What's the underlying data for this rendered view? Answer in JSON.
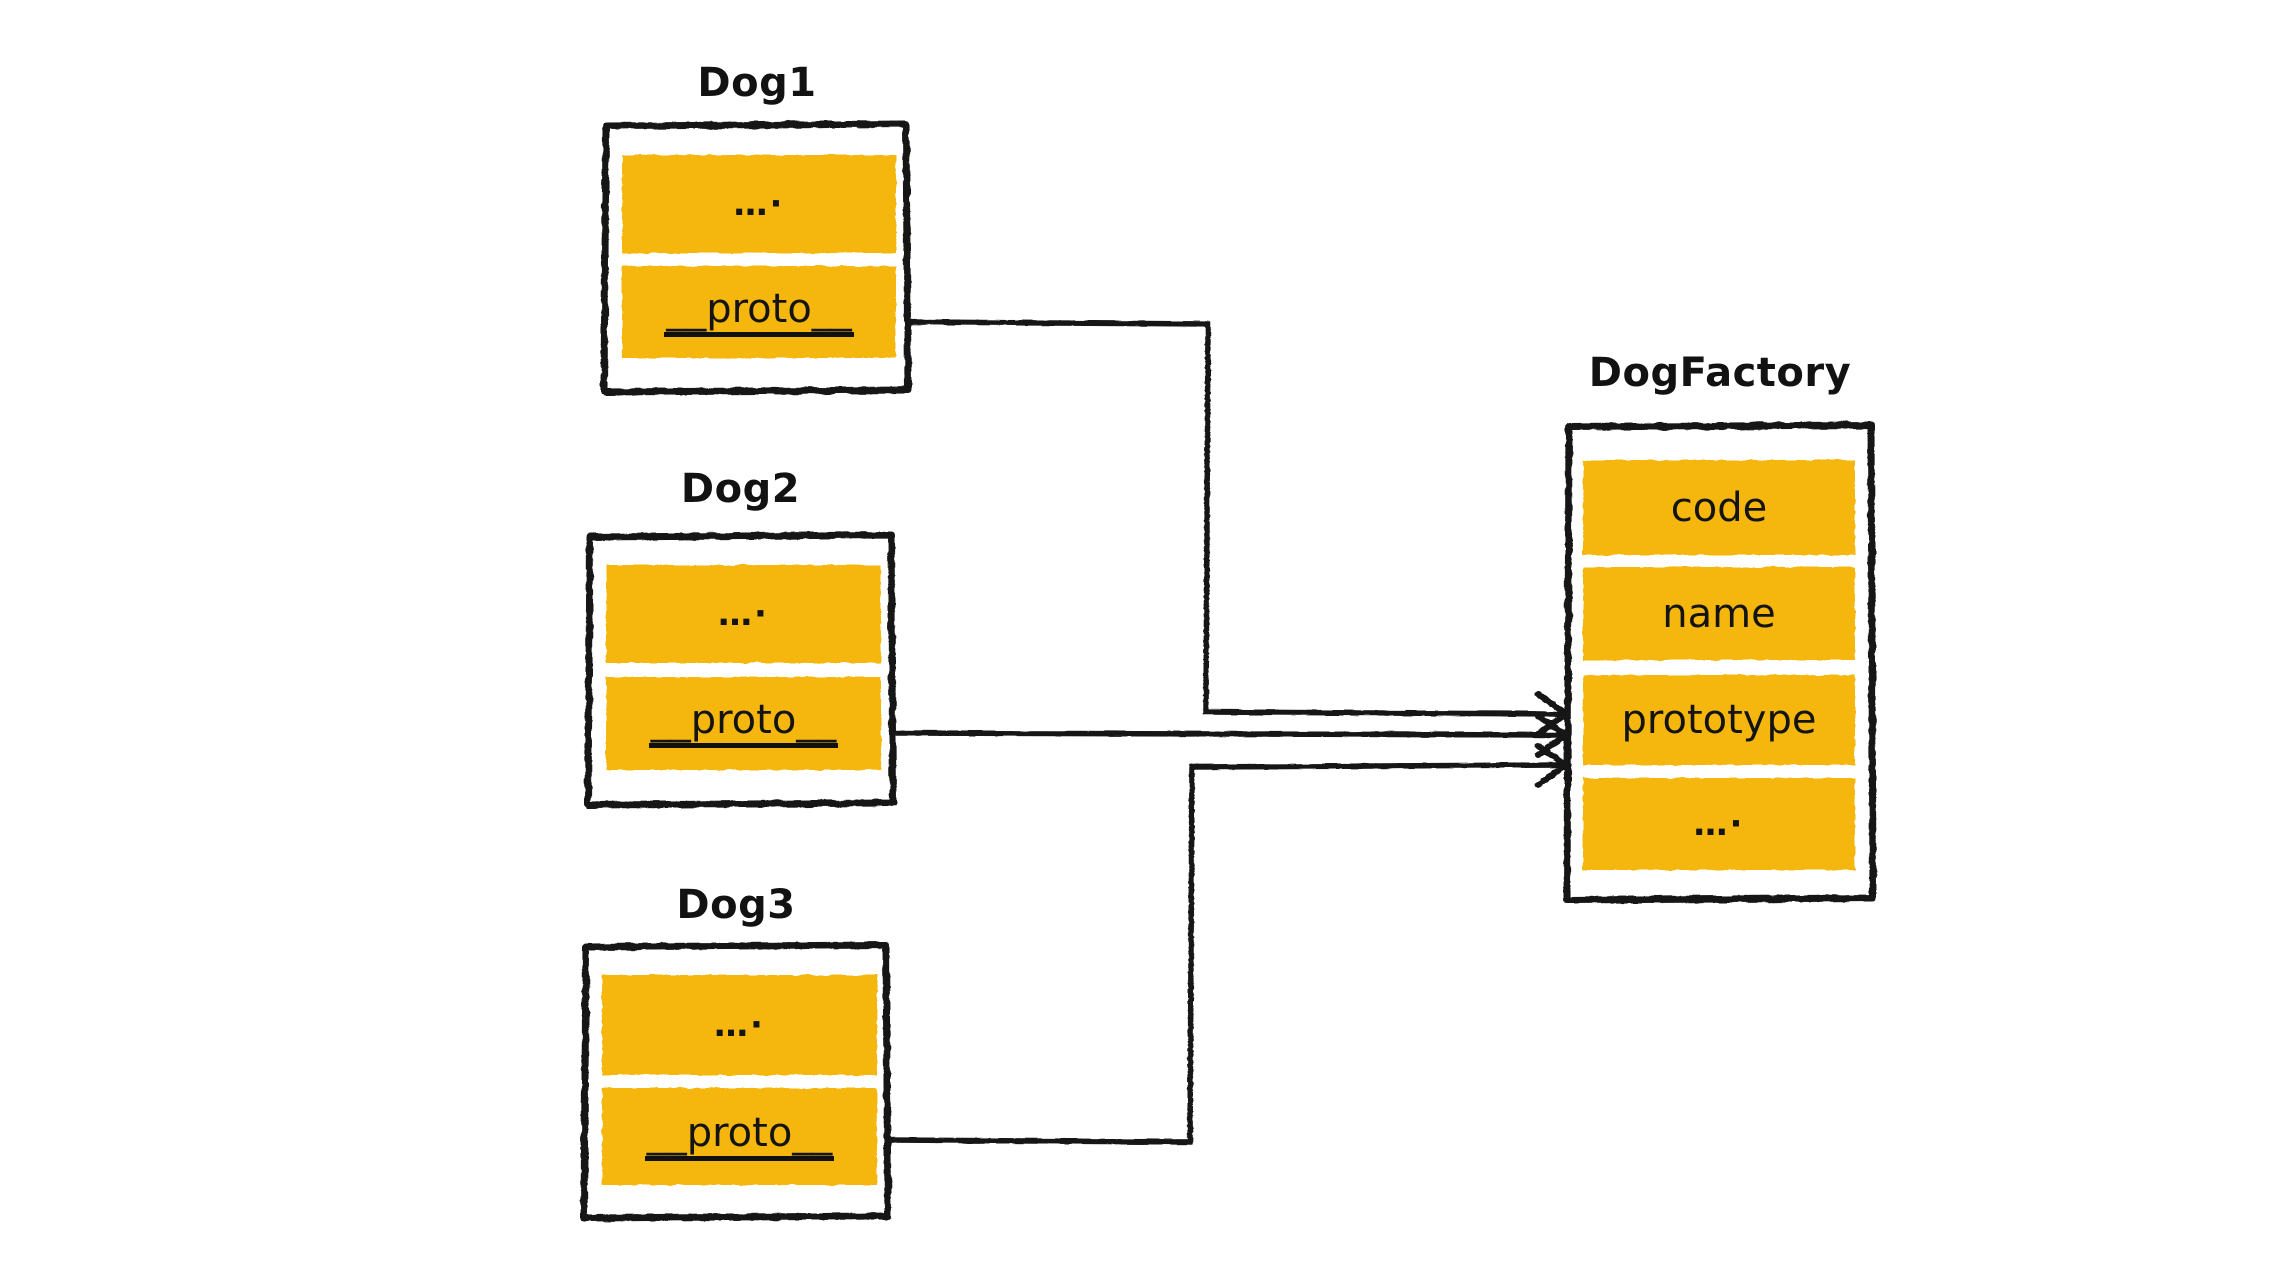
{
  "diagram": {
    "type": "object-prototype-relationship",
    "title_visible": false,
    "background_color": "#ffffff",
    "accent_color": "#f5b70b",
    "stroke_color": "#121212",
    "style": "hand-drawn-sketch"
  },
  "instances": [
    {
      "id": "dog1",
      "title": "Dog1",
      "rows": [
        {
          "id": "dog1-props",
          "label": "…·",
          "kind": "ellipsis"
        },
        {
          "id": "dog1-proto",
          "label": "__proto__",
          "kind": "proto",
          "underlined": true
        }
      ]
    },
    {
      "id": "dog2",
      "title": "Dog2",
      "rows": [
        {
          "id": "dog2-props",
          "label": "…·",
          "kind": "ellipsis"
        },
        {
          "id": "dog2-proto",
          "label": "__proto__",
          "kind": "proto",
          "underlined": true
        }
      ]
    },
    {
      "id": "dog3",
      "title": "Dog3",
      "rows": [
        {
          "id": "dog3-props",
          "label": "…·",
          "kind": "ellipsis"
        },
        {
          "id": "dog3-proto",
          "label": "__proto__",
          "kind": "proto",
          "underlined": true
        }
      ]
    }
  ],
  "factory": {
    "id": "dogfactory",
    "title": "DogFactory",
    "rows": [
      {
        "id": "factory-code",
        "label": "code",
        "kind": "member"
      },
      {
        "id": "factory-name",
        "label": "name",
        "kind": "member"
      },
      {
        "id": "factory-prototype",
        "label": "prototype",
        "kind": "member",
        "is_arrow_target": true
      },
      {
        "id": "factory-more",
        "label": "…·",
        "kind": "ellipsis"
      }
    ]
  },
  "connections": [
    {
      "id": "conn-dog1",
      "from": "dog1-proto",
      "to": "factory-prototype",
      "arrowhead": "open-v"
    },
    {
      "id": "conn-dog2",
      "from": "dog2-proto",
      "to": "factory-prototype",
      "arrowhead": "open-v"
    },
    {
      "id": "conn-dog3",
      "from": "dog3-proto",
      "to": "factory-prototype",
      "arrowhead": "open-v"
    }
  ]
}
